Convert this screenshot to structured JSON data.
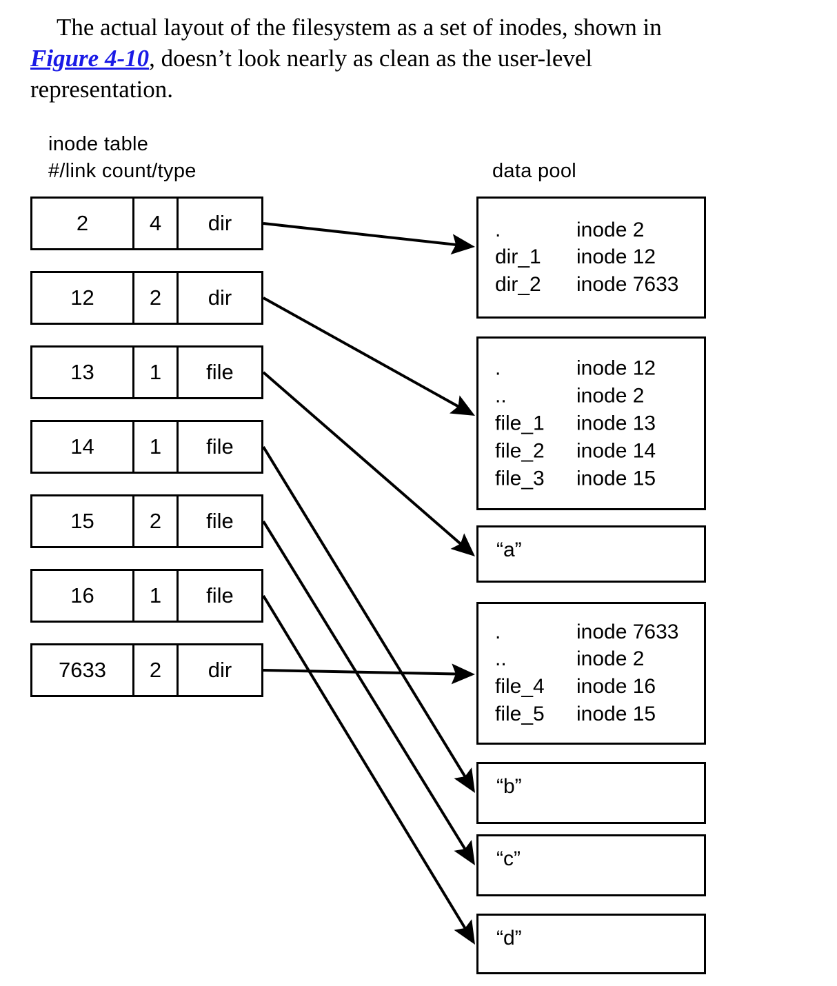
{
  "intro": {
    "line1": "The actual layout of the filesystem as a set of inodes, shown in",
    "link": "Figure 4-10",
    "line2": ", doesn’t look nearly as clean as the user-level",
    "line3": "representation."
  },
  "captions": {
    "inode_table": "inode table",
    "inode_subtitle": "#/link count/type",
    "data_pool": "data pool"
  },
  "inode_table": {
    "columns": [
      "#",
      "link count",
      "type"
    ],
    "rows": [
      {
        "number": "2",
        "links": "4",
        "type": "dir"
      },
      {
        "number": "12",
        "links": "2",
        "type": "dir"
      },
      {
        "number": "13",
        "links": "1",
        "type": "file"
      },
      {
        "number": "14",
        "links": "1",
        "type": "file"
      },
      {
        "number": "15",
        "links": "2",
        "type": "file"
      },
      {
        "number": "16",
        "links": "1",
        "type": "file"
      },
      {
        "number": "7633",
        "links": "2",
        "type": "dir"
      }
    ]
  },
  "data_pool": {
    "blocks": [
      {
        "kind": "directory",
        "entries": [
          {
            "name": ".",
            "value": "inode 2"
          },
          {
            "name": "dir_1",
            "value": "inode 12"
          },
          {
            "name": "dir_2",
            "value": "inode 7633"
          }
        ]
      },
      {
        "kind": "directory",
        "entries": [
          {
            "name": ".",
            "value": "inode 12"
          },
          {
            "name": "..",
            "value": "inode 2"
          },
          {
            "name": "file_1",
            "value": "inode 13"
          },
          {
            "name": "file_2",
            "value": "inode 14"
          },
          {
            "name": "file_3",
            "value": "inode 15"
          }
        ]
      },
      {
        "kind": "content",
        "label": "“a”"
      },
      {
        "kind": "directory",
        "entries": [
          {
            "name": ".",
            "value": "inode 7633"
          },
          {
            "name": "..",
            "value": "inode 2"
          },
          {
            "name": "file_4",
            "value": "inode 16"
          },
          {
            "name": "file_5",
            "value": "inode 15"
          }
        ]
      },
      {
        "kind": "content",
        "label": "“b”"
      },
      {
        "kind": "content",
        "label": "“c”"
      },
      {
        "kind": "content",
        "label": "“d”"
      }
    ]
  },
  "arrows": [
    {
      "name": "arrow-inode-2-to-block-1",
      "from_row": 0,
      "to_block": 0
    },
    {
      "name": "arrow-inode-12-to-block-2",
      "from_row": 1,
      "to_block": 1
    },
    {
      "name": "arrow-inode-13-to-block-a",
      "from_row": 2,
      "to_block": 2
    },
    {
      "name": "arrow-inode-14-to-block-b",
      "from_row": 3,
      "to_block": 4
    },
    {
      "name": "arrow-inode-15-to-block-c",
      "from_row": 4,
      "to_block": 5
    },
    {
      "name": "arrow-inode-16-to-block-d",
      "from_row": 5,
      "to_block": 6
    },
    {
      "name": "arrow-inode-7633-to-block-4",
      "from_row": 6,
      "to_block": 3
    }
  ],
  "colors": {
    "stroke": "#000000",
    "background": "#ffffff",
    "link": "#1a1ae6"
  }
}
